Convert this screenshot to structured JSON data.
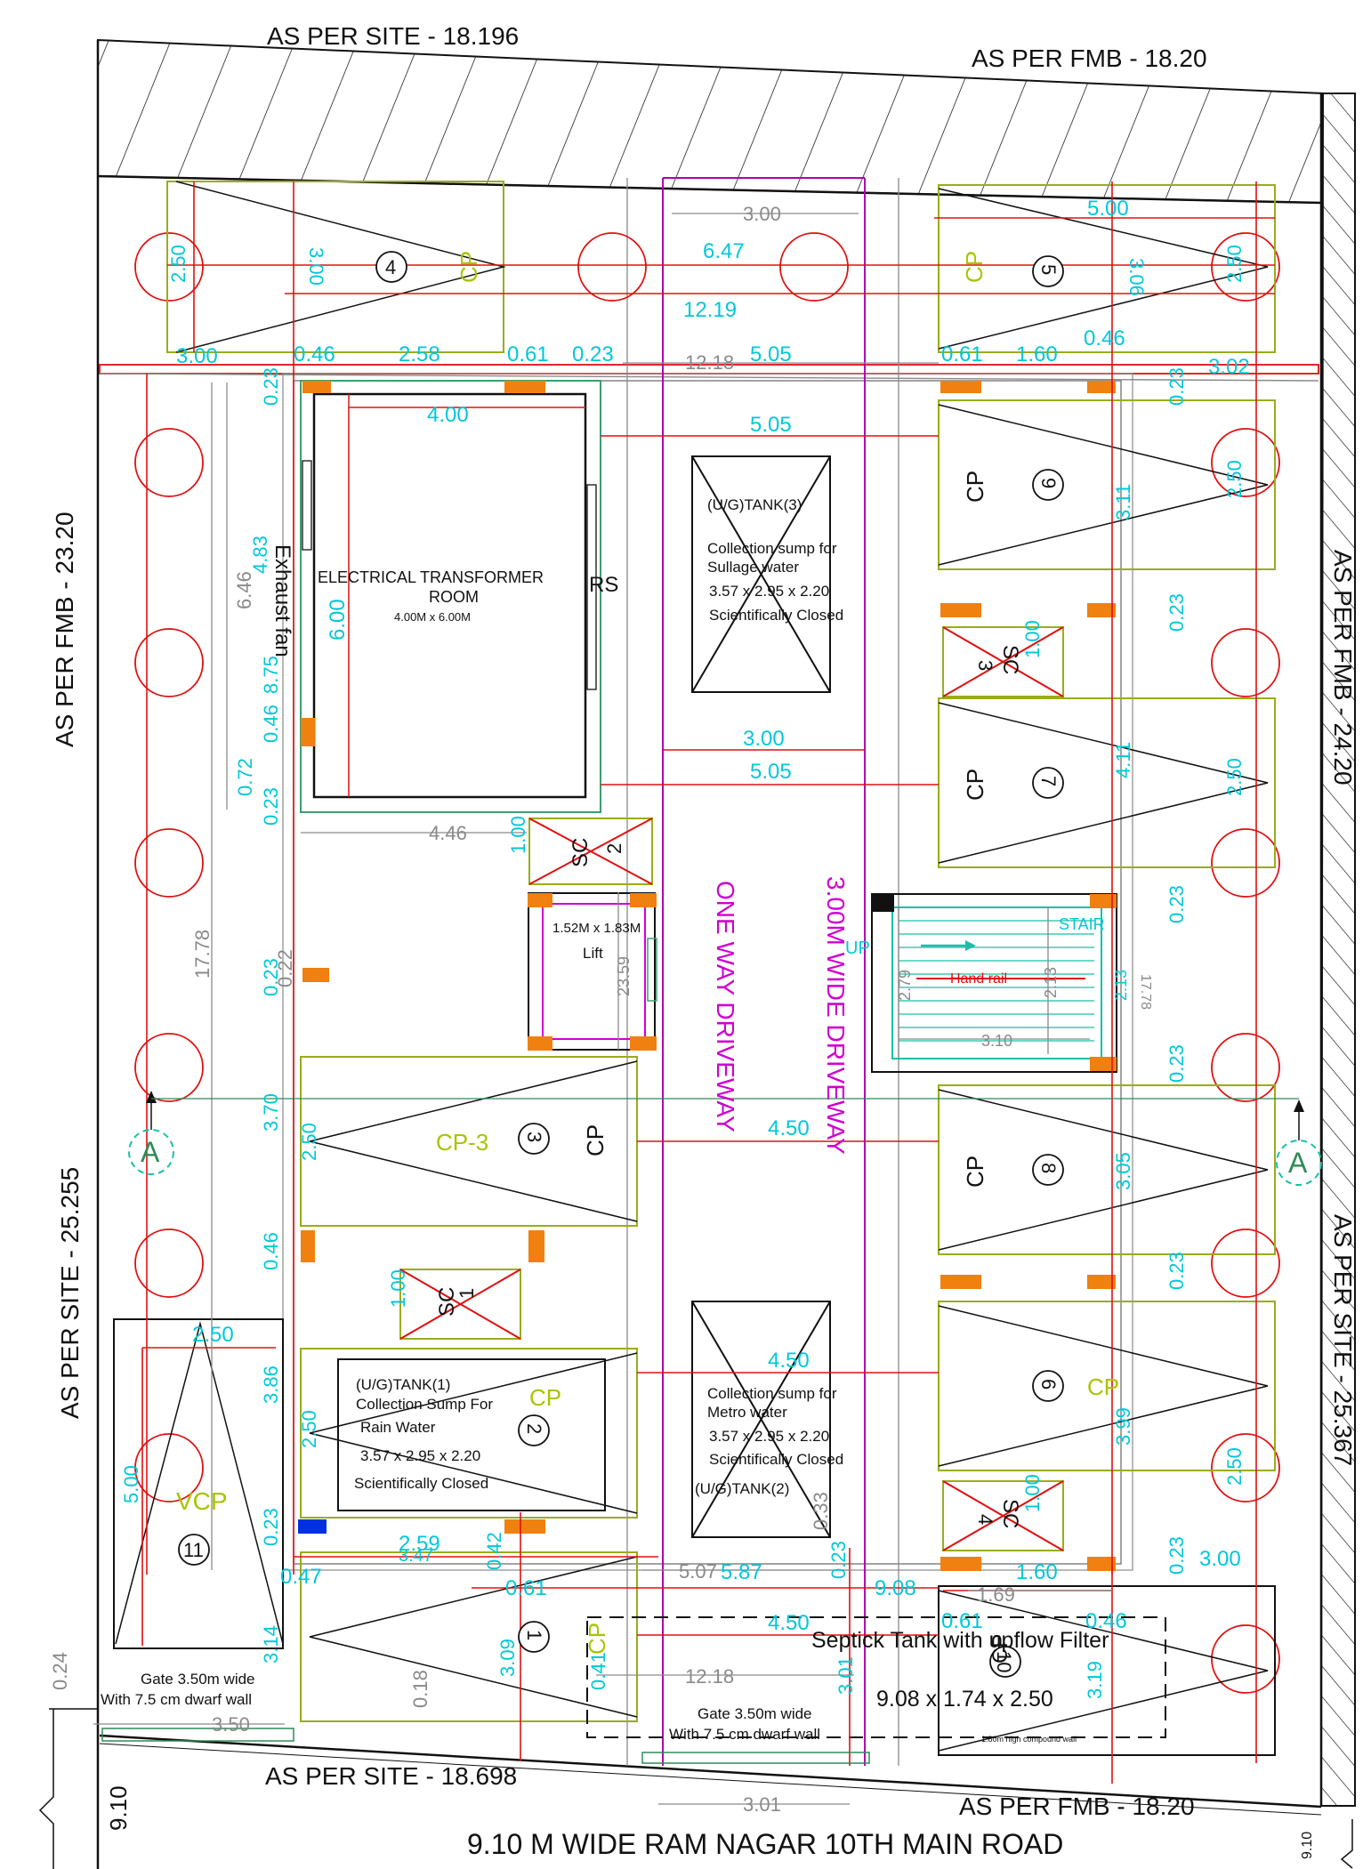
{
  "boundary": {
    "top_site": "AS PER SITE - 18.196",
    "top_fmb": "AS PER FMB - 18.20",
    "left_fmb": "AS PER FMB - 23.20",
    "left_site": "AS PER SITE - 25.255",
    "right_fmb": "AS PER FMB - 24.20",
    "right_site": "AS PER SITE - 25.367",
    "bottom_site": "AS PER SITE - 18.698",
    "bottom_fmb": "AS PER FMB - 18.20"
  },
  "road": {
    "name": "9.10 M WIDE RAM NAGAR 10TH MAIN ROAD",
    "width_left": "9.10",
    "width_right": "9.10"
  },
  "driveway": {
    "one_way": "ONE WAY DRIVEWAY",
    "wide": "3.00M WIDE  DRIVEWAY"
  },
  "transformer_room": {
    "title_line1": "ELECTRICAL TRANSFORMER",
    "title_line2": "ROOM",
    "size": "4.00M x 6.00M",
    "rs": "RS",
    "exhaust": "Exhaust fan",
    "dim_w": "4.00",
    "dim_h": "6.00"
  },
  "lift": {
    "size": "1.52M x 1.83M",
    "label": "Lift",
    "dim": "23.59"
  },
  "stair": {
    "label": "STAIR",
    "up": "UP",
    "handrail": "Hand rail",
    "d1": "2.79",
    "d2": "2.13",
    "d3": "3.10",
    "d4": "2.13",
    "d5": "17.78"
  },
  "tanks": [
    {
      "l1": "(U/G)TANK(3)",
      "l2": "Collection sump for",
      "l3": "Sullage water",
      "l4": "3.57 x 2.95 x 2.20",
      "l5": "Scientifically Closed"
    },
    {
      "l1": "(U/G)TANK(1)",
      "l2": "Collection Sump For",
      "l3": "Rain Water",
      "l4": "3.57 x 2.95 x 2.20",
      "l5": "Scientifically Closed"
    },
    {
      "l1": "(U/G)TANK(2)",
      "l2": "Collection sump for",
      "l3": "Metro water",
      "l4": "3.57 x 2.95 x 2.20",
      "l5": "Scientifically Closed"
    }
  ],
  "septic": {
    "title": "Septick Tank with upflow Filter",
    "size": "9.08 x 1.74 x 2.50"
  },
  "gates": [
    {
      "l1": "Gate 3.50m wide",
      "l2": "With 7.5 cm dwarf wall"
    },
    {
      "l1": "Gate 3.50m wide",
      "l2": "With 7.5 cm dwarf wall"
    }
  ],
  "compound_wall": "1.80m high compound wall",
  "section_marker": "A",
  "parking": {
    "cp": "CP",
    "cp3": "CP-3",
    "vcp": "VCP",
    "sc": "SC",
    "numbers": [
      "1",
      "2",
      "3",
      "4",
      "5",
      "6",
      "7",
      "8",
      "9",
      "10",
      "11"
    ],
    "sc_numbers": [
      "1",
      "2",
      "3",
      "4"
    ]
  },
  "dims_cyan": {
    "d_3_00": "3.00",
    "d_0_46": "0.46",
    "d_2_58": "2.58",
    "d_0_61": "0.61",
    "d_0_23": "0.23",
    "d_5_05": "5.05",
    "d_1_60": "1.60",
    "d_3_02": "3.02",
    "d_5_00": "5.00",
    "d_2_50": "2.50",
    "d_3_06": "3.06",
    "d_6_47": "6.47",
    "d_12_19": "12.19",
    "d_4_83": "4.83",
    "d_0_72": "0.72",
    "d_8_75": "8.75",
    "d_3_11": "3.11",
    "d_4_11": "4.11",
    "d_3_70": "3.70",
    "d_4_50": "4.50",
    "d_3_05": "3.05",
    "d_3_86": "3.86",
    "d_3_99": "3.99",
    "d_1_00": "1.00",
    "d_2_59": "2.59",
    "d_3_47": "3.47",
    "d_0_47": "0.47",
    "d_0_42": "0.42",
    "d_5_87": "5.87",
    "d_9_08": "9.08",
    "d_3_09": "3.09",
    "d_3_01": "3.01",
    "d_3_19": "3.19",
    "d_3_14": "3.14",
    "d_0_41": "0.41",
    "d_0_33": "0.33",
    "d_1_60b": "1.60"
  },
  "dims_gray": {
    "g_3_00": "3.00",
    "g_12_18": "12.18",
    "g_6_46": "6.46",
    "g_4_46": "4.46",
    "g_17_78": "17.78",
    "g_5_07": "5.07",
    "g_1_69": "1.69",
    "g_12_18b": "12.18",
    "g_3_50": "3.50",
    "g_3_01": "3.01",
    "g_0_24": "0.24",
    "g_0_18": "0.18",
    "g_0_22": "0.22",
    "g_0_33": "0.33"
  }
}
